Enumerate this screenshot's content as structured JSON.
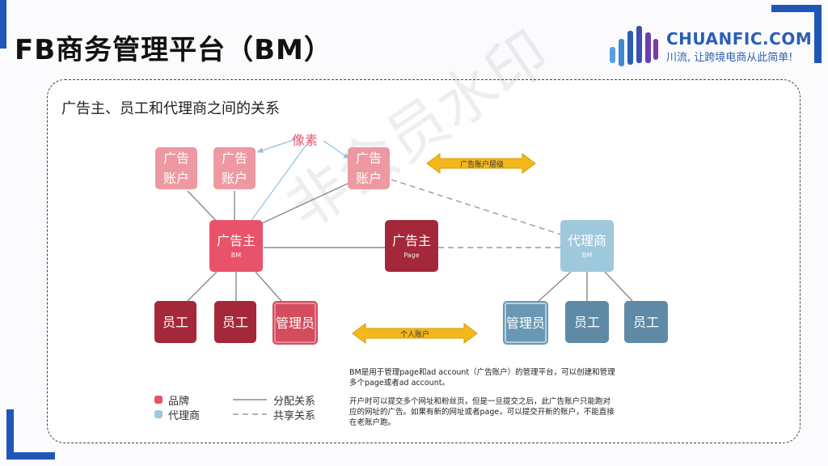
{
  "slide": {
    "title": "FB商务管理平台（BM）",
    "subtitle": "广告主、员工和代理商之间的关系"
  },
  "logo": {
    "name": "CHUANFIC.COM",
    "slogan": "川流, 让跨境电商从此简单!",
    "colors": [
      "#5aa0e0",
      "#2a5fb5",
      "#7a3aa8"
    ]
  },
  "diagram": {
    "pixel_label": "像素",
    "watermark": "非会员水印",
    "nodes": {
      "ad_account_1": {
        "line1": "广告",
        "line2": "账户"
      },
      "ad_account_2": {
        "line1": "广告",
        "line2": "账户"
      },
      "ad_account_3": {
        "line1": "广告",
        "line2": "账户"
      },
      "advertiser_bm": {
        "line1": "广告主",
        "line2": "BM"
      },
      "advertiser_page": {
        "line1": "广告主",
        "line2": "Page"
      },
      "agency_bm": {
        "line1": "代理商",
        "line2": "BM"
      },
      "employee_1": {
        "label": "员工"
      },
      "employee_2": {
        "label": "员工"
      },
      "admin_red": {
        "label": "管理员"
      },
      "admin_blue": {
        "label": "管理员"
      },
      "employee_3": {
        "label": "员工"
      },
      "employee_4": {
        "label": "员工"
      }
    },
    "arrows": {
      "ad_account_level": "广告账户层级",
      "personal_account": "个人账户"
    },
    "legend": {
      "brand": "品牌",
      "agency": "代理商",
      "assign": "分配关系",
      "share": "共享关系"
    },
    "notes": {
      "p1": "BM是用于管理page和ad account（广告账户）的管理平台，可以创建和管理多个page或者ad account。",
      "p2": "开户时可以提交多个网址和粉丝页，但是一旦提交之后，此广告账户只能跑对应的网址的广告。如果有新的网址或者page，可以提交开新的账户，不能直接在老账户跑。"
    }
  },
  "colors": {
    "accent_blue": "#1f56b8",
    "brand": "#e85369",
    "brand_light": "#ee98a1",
    "brand_dark": "#a4283a",
    "agency": "#9ec8dc",
    "agency_dark": "#5e8aa6",
    "arrow_yellow": "#f4b81c"
  }
}
